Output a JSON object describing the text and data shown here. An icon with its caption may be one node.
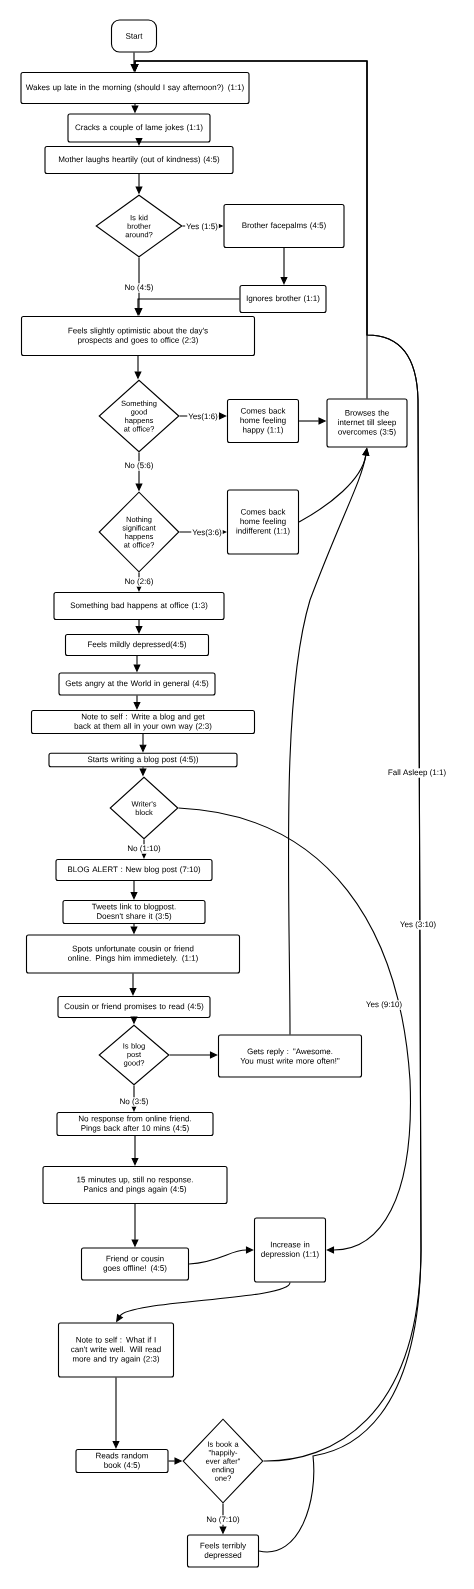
{
  "diagram": {
    "nodes": [
      {
        "text": [
          "Start"
        ]
      },
      {
        "text": [
          "Wakes up late in the morning (should I say afternoon?) (1:1)"
        ]
      },
      {
        "text": [
          "Cracks a couple of lame jokes (1:1)"
        ]
      },
      {
        "text": [
          "Mother laughs heartily (out of kindness) (4:5)"
        ]
      },
      {
        "text": [
          "Is kid brother around?"
        ]
      },
      {
        "text": [
          "Brother facepalms (4:5)"
        ]
      },
      {
        "text": [
          "Ignores brother (1:1)"
        ]
      },
      {
        "text": [
          "Feels slightly optimistic about the day's prospects and goes to office (2:3)"
        ]
      },
      {
        "text": [
          "Something good happens at office?"
        ]
      },
      {
        "text": [
          "Comes back home feeling happy (1:1)"
        ]
      },
      {
        "text": [
          "Browses the internet till sleep overcomes (3:5)"
        ]
      },
      {
        "text": [
          "Nothing significant happens at office?"
        ]
      },
      {
        "text": [
          "Comes back home feeling indifferent (1:1)"
        ]
      },
      {
        "text": [
          "Something bad happens at office (1:3)"
        ]
      },
      {
        "text": [
          "Feels mildly depressed(4:5)"
        ]
      },
      {
        "text": [
          "Gets angry at the World in general (4:5)"
        ]
      },
      {
        "text": [
          "Note to self : Write a blog and get back at them all in your own way (2:3)"
        ]
      },
      {
        "text": [
          "Starts writing a blog post (4:5))"
        ]
      },
      {
        "text": [
          "Writer's block"
        ]
      },
      {
        "text": [
          "BLOG ALERT : New blog post (7:10)"
        ]
      },
      {
        "text": [
          "Tweets link to blogpost. Doesn't share it (3:5)"
        ]
      },
      {
        "text": [
          "Spots unfortunate cousin or friend online. Pings him immedietely. (1:1)"
        ]
      },
      {
        "text": [
          "Cousin or friend promises to read (4:5)"
        ]
      },
      {
        "text": [
          "Is blog post good?"
        ]
      },
      {
        "text": [
          "Gets reply : \"Awesome. You must write more often!\""
        ]
      },
      {
        "text": [
          "No response from online friend. Pings back after 10 mins (4:5)"
        ]
      },
      {
        "text": [
          "15 minutes up, still no response. Panics and pings again (4:5)"
        ]
      },
      {
        "text": [
          "Friend or cousin goes offline! (4:5)"
        ]
      },
      {
        "text": [
          "Increase in depression (1:1)"
        ]
      },
      {
        "text": [
          "Note to self : What if I can't write well. Will read more and try again (2:3)"
        ]
      },
      {
        "text": [
          "Reads random book (4:5)"
        ]
      },
      {
        "text": [
          "Is book a \"happily-ever after\" ending one?"
        ]
      },
      {
        "text": [
          "Feels terribly depressed"
        ]
      }
    ],
    "edges": [
      {
        "from": 0,
        "to": 1,
        "arrow": "to"
      },
      {
        "from": 1,
        "to": 2,
        "arrow": "to"
      },
      {
        "from": 2,
        "to": 3,
        "arrow": "to"
      },
      {
        "from": 3,
        "to": 4,
        "arrow": "to"
      },
      {
        "from": 4,
        "to": 5,
        "arrow": "to",
        "label": "Yes (1:5)"
      },
      {
        "from": 5,
        "to": 6,
        "arrow": "to"
      },
      {
        "from": 4,
        "to": 7,
        "arrow": "to",
        "label": "No (4:5)"
      },
      {
        "from": 6,
        "to": 7,
        "arrow": "to"
      },
      {
        "from": 7,
        "to": 8,
        "arrow": "to"
      },
      {
        "from": 8,
        "to": 9,
        "arrow": "to",
        "label": "Yes(1:6)"
      },
      {
        "from": 9,
        "to": 10,
        "arrow": "to"
      },
      {
        "from": 8,
        "to": 11,
        "arrow": "to",
        "label": "No (5:6)"
      },
      {
        "from": 11,
        "to": 12,
        "arrow": "to",
        "label": "Yes(3:6)"
      },
      {
        "from": 12,
        "to": 10,
        "arrow": "to"
      },
      {
        "from": 11,
        "to": 13,
        "arrow": "to",
        "label": "No (2:6)"
      },
      {
        "from": 13,
        "to": 14,
        "arrow": "to"
      },
      {
        "from": 14,
        "to": 15,
        "arrow": "to"
      },
      {
        "from": 15,
        "to": 16,
        "arrow": "to"
      },
      {
        "from": 16,
        "to": 17,
        "arrow": "to"
      },
      {
        "from": 17,
        "to": 18,
        "arrow": "to"
      },
      {
        "from": 18,
        "to": 19,
        "arrow": "to",
        "label": "No (1:10)"
      },
      {
        "from": 18,
        "to": 28,
        "arrow": "to",
        "label": "Yes (9:10)"
      },
      {
        "from": 19,
        "to": 20,
        "arrow": "to"
      },
      {
        "from": 20,
        "to": 21,
        "arrow": "to"
      },
      {
        "from": 21,
        "to": 22,
        "arrow": "to"
      },
      {
        "from": 22,
        "to": 23,
        "arrow": "to"
      },
      {
        "from": 23,
        "to": 24,
        "arrow": "to"
      },
      {
        "from": 24,
        "to": 10,
        "arrow": "to"
      },
      {
        "from": 23,
        "to": 25,
        "arrow": "to",
        "label": "No (3:5)"
      },
      {
        "from": 25,
        "to": 26,
        "arrow": "to"
      },
      {
        "from": 26,
        "to": 27,
        "arrow": "to"
      },
      {
        "from": 27,
        "to": 28,
        "arrow": "to"
      },
      {
        "from": 28,
        "to": 29,
        "arrow": "to"
      },
      {
        "from": 29,
        "to": 30,
        "arrow": "to"
      },
      {
        "from": 30,
        "to": 31,
        "arrow": "to"
      },
      {
        "from": 31,
        "to": 1,
        "arrow": "to",
        "label": "Yes (3:10)"
      },
      {
        "from": 31,
        "to": 32,
        "arrow": "to",
        "label": "No (7:10)"
      },
      {
        "from": 32,
        "to": 1,
        "arrow": "to"
      },
      {
        "from": 10,
        "to": 1,
        "arrow": "to"
      }
    ],
    "labels": [
      "Fall Asleep (1:1)"
    ]
  }
}
